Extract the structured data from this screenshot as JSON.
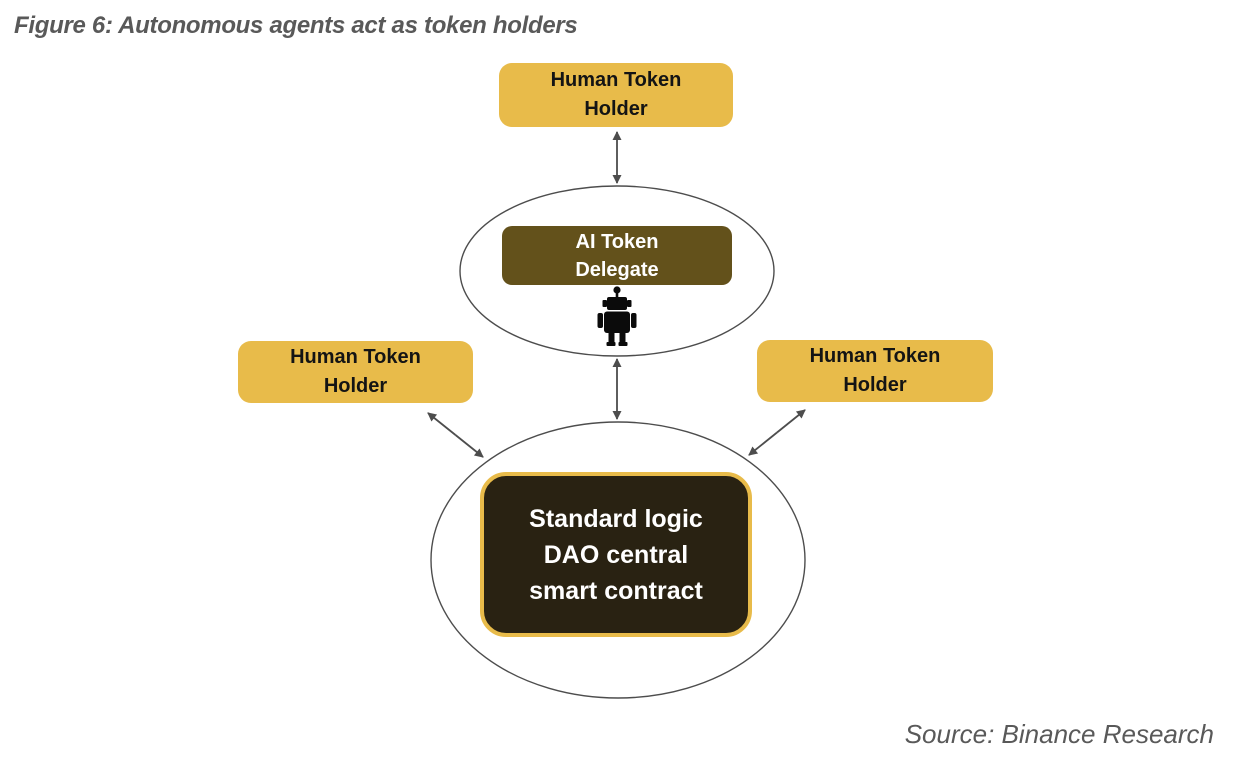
{
  "figure": {
    "title": "Figure 6: Autonomous agents act as token holders",
    "source": "Source: Binance Research"
  },
  "colors": {
    "background": "#FFFFFF",
    "gold_node": "#E8BB4A",
    "ai_delegate_brown": "#63511B",
    "dao_contract_dark": "#292212",
    "dao_border_gold": "#E8BB4A",
    "ellipse_arrow_gray": "#4D4D4D",
    "title_source_gray": "#595959",
    "node_text_dark": "#141414",
    "node_text_light": "#FFFFFF",
    "robot_black": "#0B0B0B"
  },
  "nodes": {
    "human_top": {
      "label": "Human Token Holder",
      "lines": [
        "Human Token",
        "Holder"
      ]
    },
    "human_left": {
      "label": "Human Token Holder",
      "lines": [
        "Human Token",
        "Holder"
      ]
    },
    "human_right": {
      "label": "Human Token Holder",
      "lines": [
        "Human Token",
        "Holder"
      ]
    },
    "ai_delegate": {
      "label": "AI Token Delegate",
      "lines": [
        "AI Token",
        "Delegate"
      ]
    },
    "dao_contract": {
      "label": "Standard logic DAO central smart contract",
      "lines": [
        "Standard logic",
        "DAO central",
        "smart contract"
      ]
    }
  },
  "icons": {
    "robot": "robot-silhouette"
  },
  "connections": [
    {
      "from": "human_top",
      "to": "ai_delegate",
      "style": "double-arrow"
    },
    {
      "from": "ai_delegate",
      "to": "dao_contract",
      "style": "double-arrow"
    },
    {
      "from": "human_left",
      "to": "dao_contract",
      "style": "double-arrow"
    },
    {
      "from": "human_right",
      "to": "dao_contract",
      "style": "double-arrow"
    }
  ]
}
